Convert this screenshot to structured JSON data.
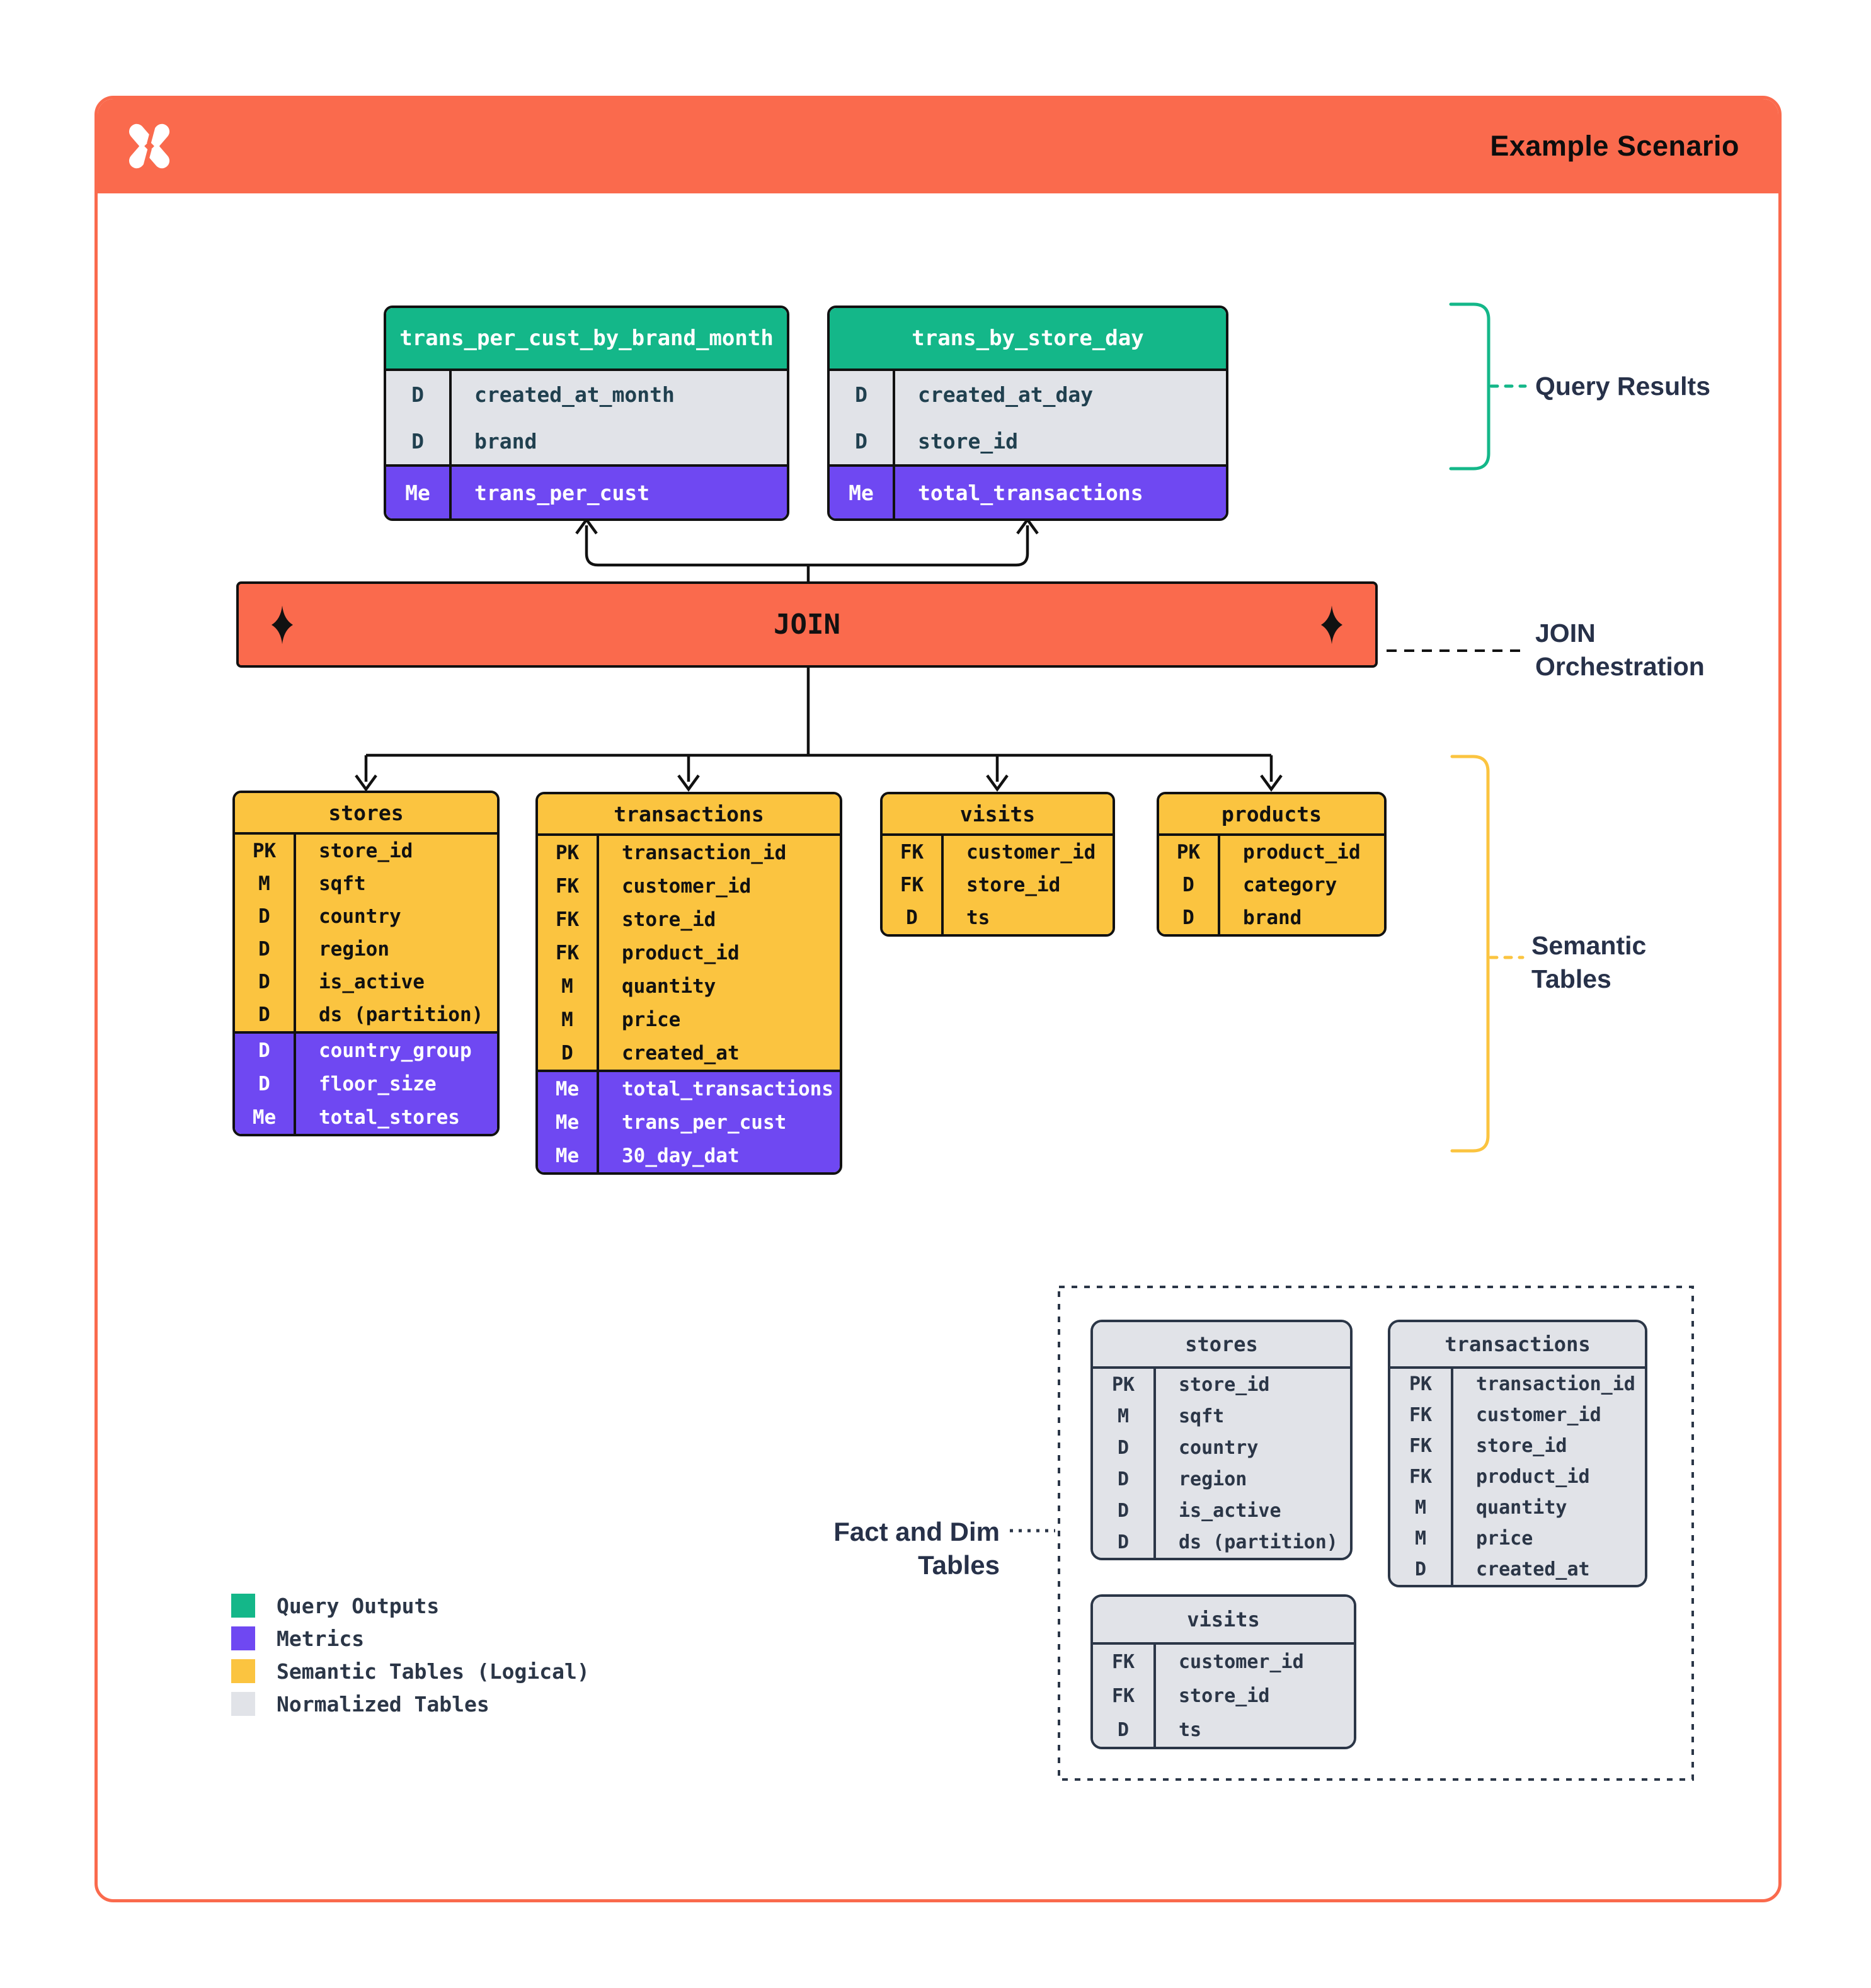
{
  "header": {
    "title": "Example Scenario",
    "logo_icon": "x-pinwheel-logo"
  },
  "join": {
    "label": "JOIN"
  },
  "annotations": {
    "query_results": "Query Results",
    "join_orchestration": [
      "JOIN",
      "Orchestration"
    ],
    "semantic_tables": [
      "Semantic",
      "Tables"
    ],
    "fact_dim": "Fact and Dim Tables"
  },
  "query_tables": [
    {
      "name": "trans_per_cust_by_brand_month",
      "fields": [
        {
          "k": "D",
          "f": "created_at_month"
        },
        {
          "k": "D",
          "f": "brand"
        }
      ],
      "metrics": [
        {
          "k": "Me",
          "f": "trans_per_cust"
        }
      ]
    },
    {
      "name": "trans_by_store_day",
      "fields": [
        {
          "k": "D",
          "f": "created_at_day"
        },
        {
          "k": "D",
          "f": "store_id"
        }
      ],
      "metrics": [
        {
          "k": "Me",
          "f": "total_transactions"
        }
      ]
    }
  ],
  "semantic_tables": [
    {
      "name": "stores",
      "fields": [
        {
          "k": "PK",
          "f": "store_id"
        },
        {
          "k": "M",
          "f": "sqft"
        },
        {
          "k": "D",
          "f": "country"
        },
        {
          "k": "D",
          "f": "region"
        },
        {
          "k": "D",
          "f": "is_active"
        },
        {
          "k": "D",
          "f": "ds (partition)"
        }
      ],
      "metrics": [
        {
          "k": "D",
          "f": "country_group"
        },
        {
          "k": "D",
          "f": "floor_size"
        },
        {
          "k": "Me",
          "f": "total_stores"
        }
      ]
    },
    {
      "name": "transactions",
      "fields": [
        {
          "k": "PK",
          "f": "transaction_id"
        },
        {
          "k": "FK",
          "f": "customer_id"
        },
        {
          "k": "FK",
          "f": "store_id"
        },
        {
          "k": "FK",
          "f": "product_id"
        },
        {
          "k": "M",
          "f": "quantity"
        },
        {
          "k": "M",
          "f": "price"
        },
        {
          "k": "D",
          "f": "created_at"
        }
      ],
      "metrics": [
        {
          "k": "Me",
          "f": "total_transactions"
        },
        {
          "k": "Me",
          "f": "trans_per_cust"
        },
        {
          "k": "Me",
          "f": "30_day_dat"
        }
      ]
    },
    {
      "name": "visits",
      "fields": [
        {
          "k": "FK",
          "f": "customer_id"
        },
        {
          "k": "FK",
          "f": "store_id"
        },
        {
          "k": "D",
          "f": "ts"
        }
      ],
      "metrics": []
    },
    {
      "name": "products",
      "fields": [
        {
          "k": "PK",
          "f": "product_id"
        },
        {
          "k": "D",
          "f": "category"
        },
        {
          "k": "D",
          "f": "brand"
        }
      ],
      "metrics": []
    }
  ],
  "normalized_tables": [
    {
      "name": "stores",
      "fields": [
        {
          "k": "PK",
          "f": "store_id"
        },
        {
          "k": "M",
          "f": "sqft"
        },
        {
          "k": "D",
          "f": "country"
        },
        {
          "k": "D",
          "f": "region"
        },
        {
          "k": "D",
          "f": "is_active"
        },
        {
          "k": "D",
          "f": "ds (partition)"
        }
      ],
      "metrics": []
    },
    {
      "name": "transactions",
      "fields": [
        {
          "k": "PK",
          "f": "transaction_id"
        },
        {
          "k": "FK",
          "f": "customer_id"
        },
        {
          "k": "FK",
          "f": "store_id"
        },
        {
          "k": "FK",
          "f": "product_id"
        },
        {
          "k": "M",
          "f": "quantity"
        },
        {
          "k": "M",
          "f": "price"
        },
        {
          "k": "D",
          "f": "created_at"
        }
      ],
      "metrics": []
    },
    {
      "name": "visits",
      "fields": [
        {
          "k": "FK",
          "f": "customer_id"
        },
        {
          "k": "FK",
          "f": "store_id"
        },
        {
          "k": "D",
          "f": "ts"
        }
      ],
      "metrics": []
    }
  ],
  "legend": [
    {
      "label": "Query Outputs",
      "color": "#14B789"
    },
    {
      "label": "Metrics",
      "color": "#6F48F2"
    },
    {
      "label": "Semantic Tables (Logical)",
      "color": "#FBC440"
    },
    {
      "label": "Normalized Tables",
      "color": "#E1E3E8"
    }
  ],
  "colors": {
    "orange": "#FA6A4D",
    "green": "#14B789",
    "purple": "#6F48F2",
    "yellow": "#FBC440",
    "gray": "#E1E3E8",
    "navy": "#2B3647",
    "ink": "#111111"
  }
}
